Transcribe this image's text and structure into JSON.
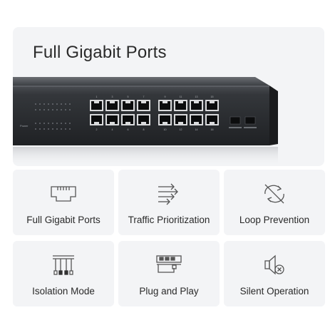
{
  "hero": {
    "title": "Full Gigabit Ports",
    "port_numbers_top": [
      "1",
      "3",
      "5",
      "7",
      "9",
      "11",
      "13",
      "15"
    ],
    "port_numbers_bottom": [
      "2",
      "4",
      "6",
      "8",
      "10",
      "12",
      "14",
      "16"
    ],
    "power_label": "Power"
  },
  "features": [
    {
      "label": "Full Gigabit Ports",
      "icon": "ethernet-port-icon"
    },
    {
      "label": "Traffic Prioritization",
      "icon": "traffic-arrows-icon"
    },
    {
      "label": "Loop Prevention",
      "icon": "loop-arrows-icon"
    },
    {
      "label": "Isolation Mode",
      "icon": "isolation-icon"
    },
    {
      "label": "Plug and Play",
      "icon": "plug-and-play-icon"
    },
    {
      "label": "Silent Operation",
      "icon": "speaker-mute-icon"
    }
  ],
  "colors": {
    "card_bg": "#f3f4f6",
    "switch_body": "#2e3033",
    "text": "#2a2a2a",
    "icon": "#555555"
  }
}
